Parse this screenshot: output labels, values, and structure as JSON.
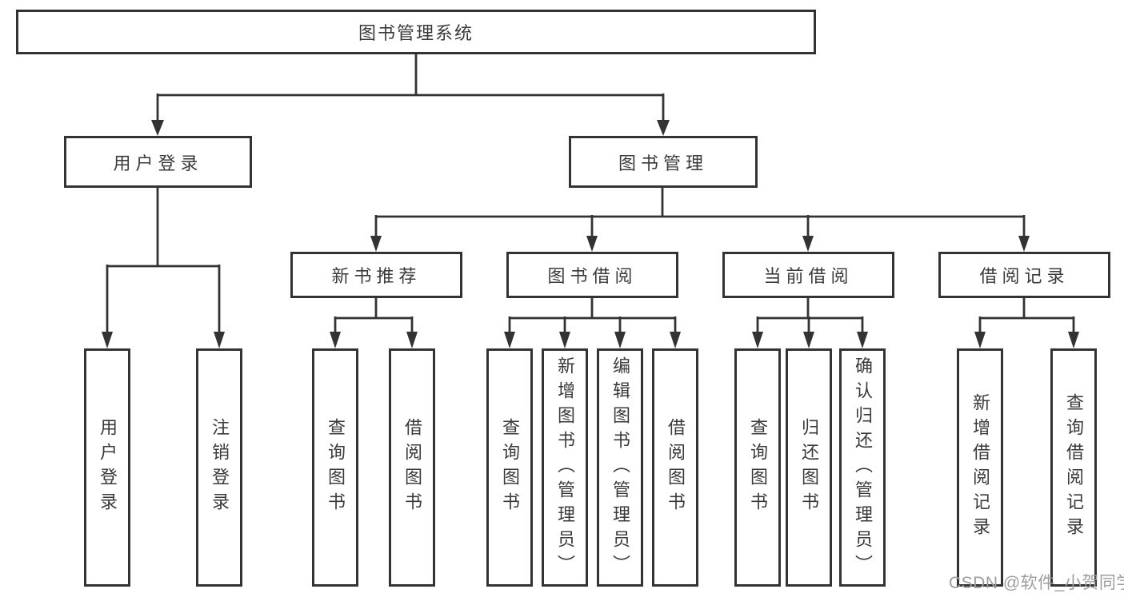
{
  "diagram": {
    "root": {
      "label": "图书管理系统"
    },
    "branches": [
      {
        "label": "用户登录",
        "children": [
          {
            "label": "用户登录"
          },
          {
            "label": "注销登录"
          }
        ]
      },
      {
        "label": "图书管理",
        "children": [
          {
            "label": "新书推荐",
            "children": [
              {
                "label": "查询图书"
              },
              {
                "label": "借阅图书"
              }
            ]
          },
          {
            "label": "图书借阅",
            "children": [
              {
                "label": "查询图书"
              },
              {
                "label": "新增图书（管理员）"
              },
              {
                "label": "编辑图书（管理员）"
              },
              {
                "label": "借阅图书"
              }
            ]
          },
          {
            "label": "当前借阅",
            "children": [
              {
                "label": "查询图书"
              },
              {
                "label": "归还图书"
              },
              {
                "label": "确认归还（管理员）"
              }
            ]
          },
          {
            "label": "借阅记录",
            "children": [
              {
                "label": "新增借阅记录"
              },
              {
                "label": "查询借阅记录"
              }
            ]
          }
        ]
      }
    ]
  },
  "watermark": {
    "text": "CSDN @软件_小贺同学"
  },
  "colors": {
    "line": "#333333",
    "box_border": "#333333",
    "text": "#3a3a3a",
    "background": "#ffffff",
    "watermark": "#9d9d9d"
  }
}
